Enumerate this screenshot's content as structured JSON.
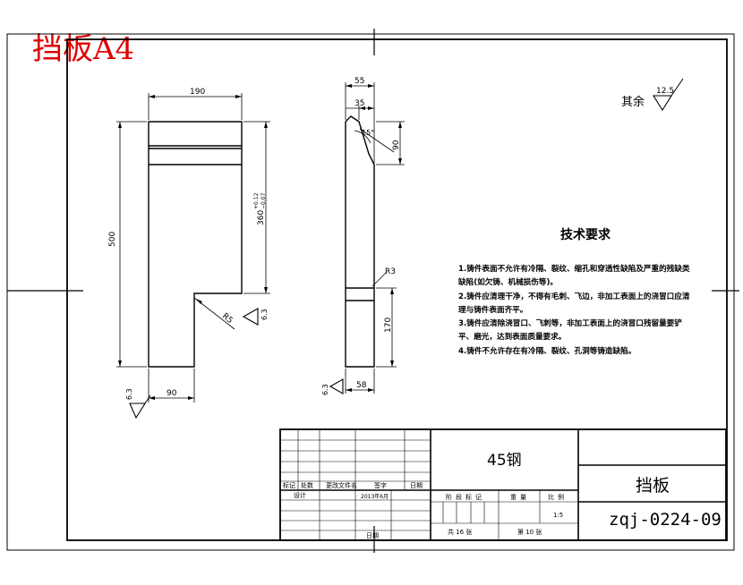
{
  "header": {
    "title": "挡板A4"
  },
  "dimensions": {
    "width_190": "190",
    "height_500": "500",
    "height_360": "360",
    "tol_upper": "+0.12",
    "tol_lower": "−0.07",
    "base_90": "90",
    "roughness_left": "6.3",
    "roughness_notch": "6.3",
    "fillet_r5": "R5",
    "thick_55": "55",
    "thick_35": "35",
    "angle_15": "15°",
    "drop_90": "90",
    "fillet_r3": "R3",
    "lower_170": "170",
    "bottom_58": "58",
    "roughness_side": "6.3"
  },
  "surface_note": {
    "label": "其余",
    "value": "12.5"
  },
  "tech_requirements": {
    "title": "技术要求",
    "items": [
      "1.铸件表面不允许有冷隔、裂纹、缩孔和穿透性缺陷及严重的残缺类",
      "缺陷(如欠铸、机械损伤等)。",
      "2.铸件应清理干净，不得有毛刺、飞边，非加工表面上的浇冒口应清",
      "理与铸件表面齐平。",
      "3.铸件应清除浇冒口、飞刺等，非加工表面上的浇冒口残留量要铲",
      "平、磨光，达到表面质量要求。",
      "4.铸件不允许存在有冷隔、裂纹、孔洞等铸造缺陷。"
    ]
  },
  "title_block": {
    "material": "45钢",
    "part_name": "挡板",
    "drawing_no": "zqj-0224-09",
    "rev_headers": [
      "标记",
      "处数",
      "更改文件名",
      "签字",
      "日期"
    ],
    "design_label": "设计",
    "design_date": "2013年6月",
    "date_label": "日期",
    "stage_label": "阶段标记",
    "weight_label": "重量",
    "scale_label": "比例",
    "scale_value": "1:5",
    "sheets_total": "共 16 张",
    "sheet_no": "第 10 张"
  }
}
